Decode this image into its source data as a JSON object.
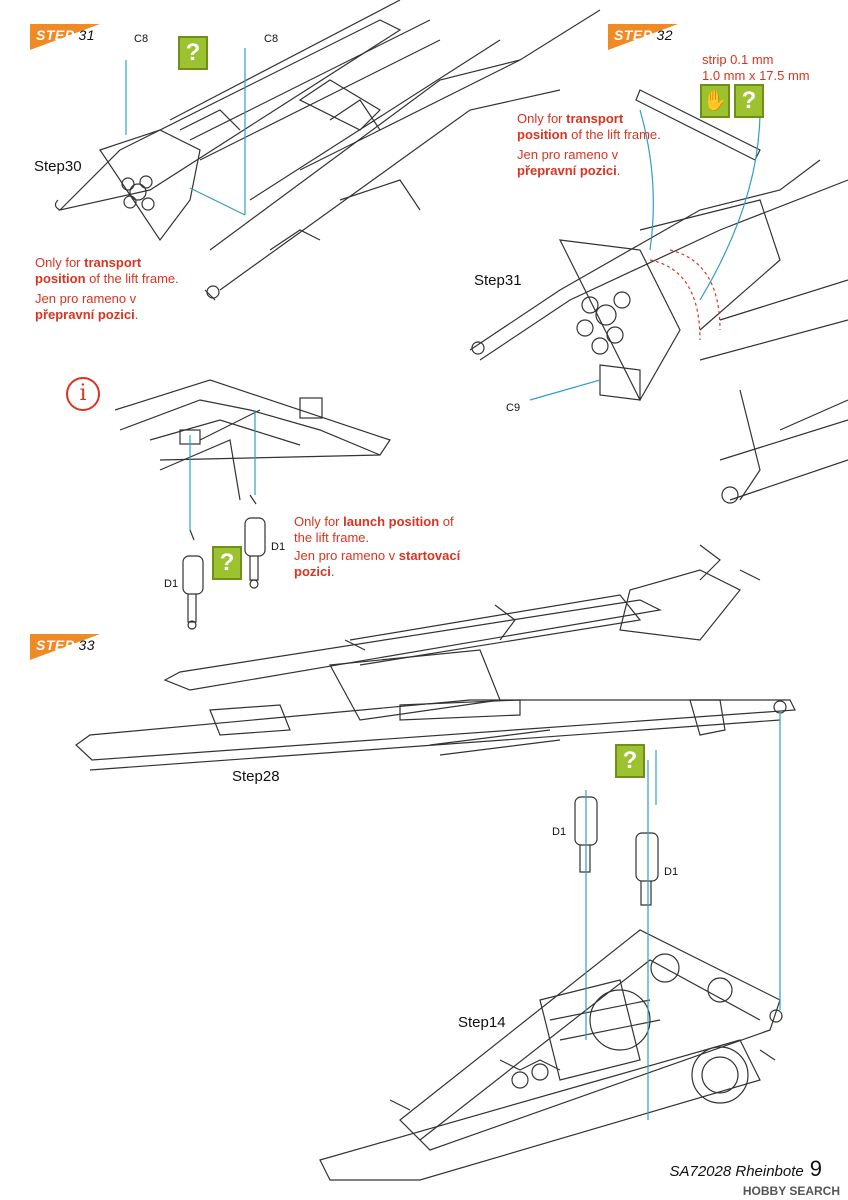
{
  "steps": {
    "s31": {
      "word": "STEP",
      "number": "31"
    },
    "s32": {
      "word": "STEP",
      "number": "32"
    },
    "s33": {
      "word": "STEP",
      "number": "33"
    }
  },
  "part_labels": {
    "c8_left": "C8",
    "c8_right": "C8",
    "c9": "C9",
    "d1_upper_left": "D1",
    "d1_upper_right": "D1",
    "d1_lower_left": "D1",
    "d1_lower_right": "D1"
  },
  "step_refs": {
    "step30": "Step30",
    "step31": "Step31",
    "step28": "Step28",
    "step14": "Step14"
  },
  "notes": {
    "left_transport": {
      "en_pre": "Only for ",
      "en_bold": "transport position",
      "en_post": " of the lift frame.",
      "cz_pre": "Jen pro rameno v ",
      "cz_bold": "přepravní pozici",
      "cz_post": "."
    },
    "right_transport": {
      "en_pre": "Only for ",
      "en_bold": "transport position",
      "en_post": " of the lift frame.",
      "cz_pre": "Jen pro rameno v ",
      "cz_bold": "přepravní pozici",
      "cz_post": "."
    },
    "launch": {
      "en_pre": "Only for ",
      "en_bold": "launch position",
      "en_post": " of the lift frame.",
      "cz_pre": "Jen pro rameno v ",
      "cz_bold": "startovací pozici",
      "cz_post": "."
    },
    "strip": {
      "line1": "strip 0.1 mm",
      "line2": "1.0 mm x 17.5 mm"
    }
  },
  "icons": {
    "question": "?",
    "info": "i",
    "hand": "✋"
  },
  "footer": {
    "title": "SA72028 Rheinbote",
    "page": "9",
    "watermark": "HOBBY SEARCH"
  },
  "colors": {
    "step_orange": "#f08a24",
    "note_red": "#d9341f",
    "icon_green": "#9dc230",
    "guide_blue": "#2e9fc9"
  }
}
